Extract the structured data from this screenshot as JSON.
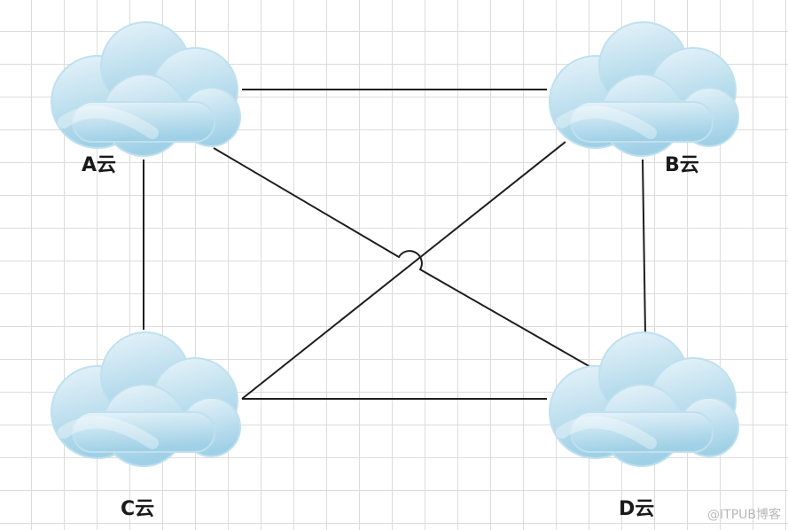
{
  "nodes": [
    {
      "id": "A",
      "label": "A云"
    },
    {
      "id": "B",
      "label": "B云"
    },
    {
      "id": "C",
      "label": "C云"
    },
    {
      "id": "D",
      "label": "D云"
    }
  ],
  "connections": [
    {
      "from": "A",
      "to": "B"
    },
    {
      "from": "A",
      "to": "C"
    },
    {
      "from": "A",
      "to": "D"
    },
    {
      "from": "B",
      "to": "C"
    },
    {
      "from": "B",
      "to": "D"
    },
    {
      "from": "C",
      "to": "D"
    }
  ],
  "colors": {
    "cloud_light": "#e8f4fa",
    "cloud_dark": "#9fd0e6",
    "cloud_outline": "#bfe0ef",
    "line": "#1e1e1e",
    "grid": "#dcdcdc"
  },
  "watermark": "@ITPUB博客"
}
